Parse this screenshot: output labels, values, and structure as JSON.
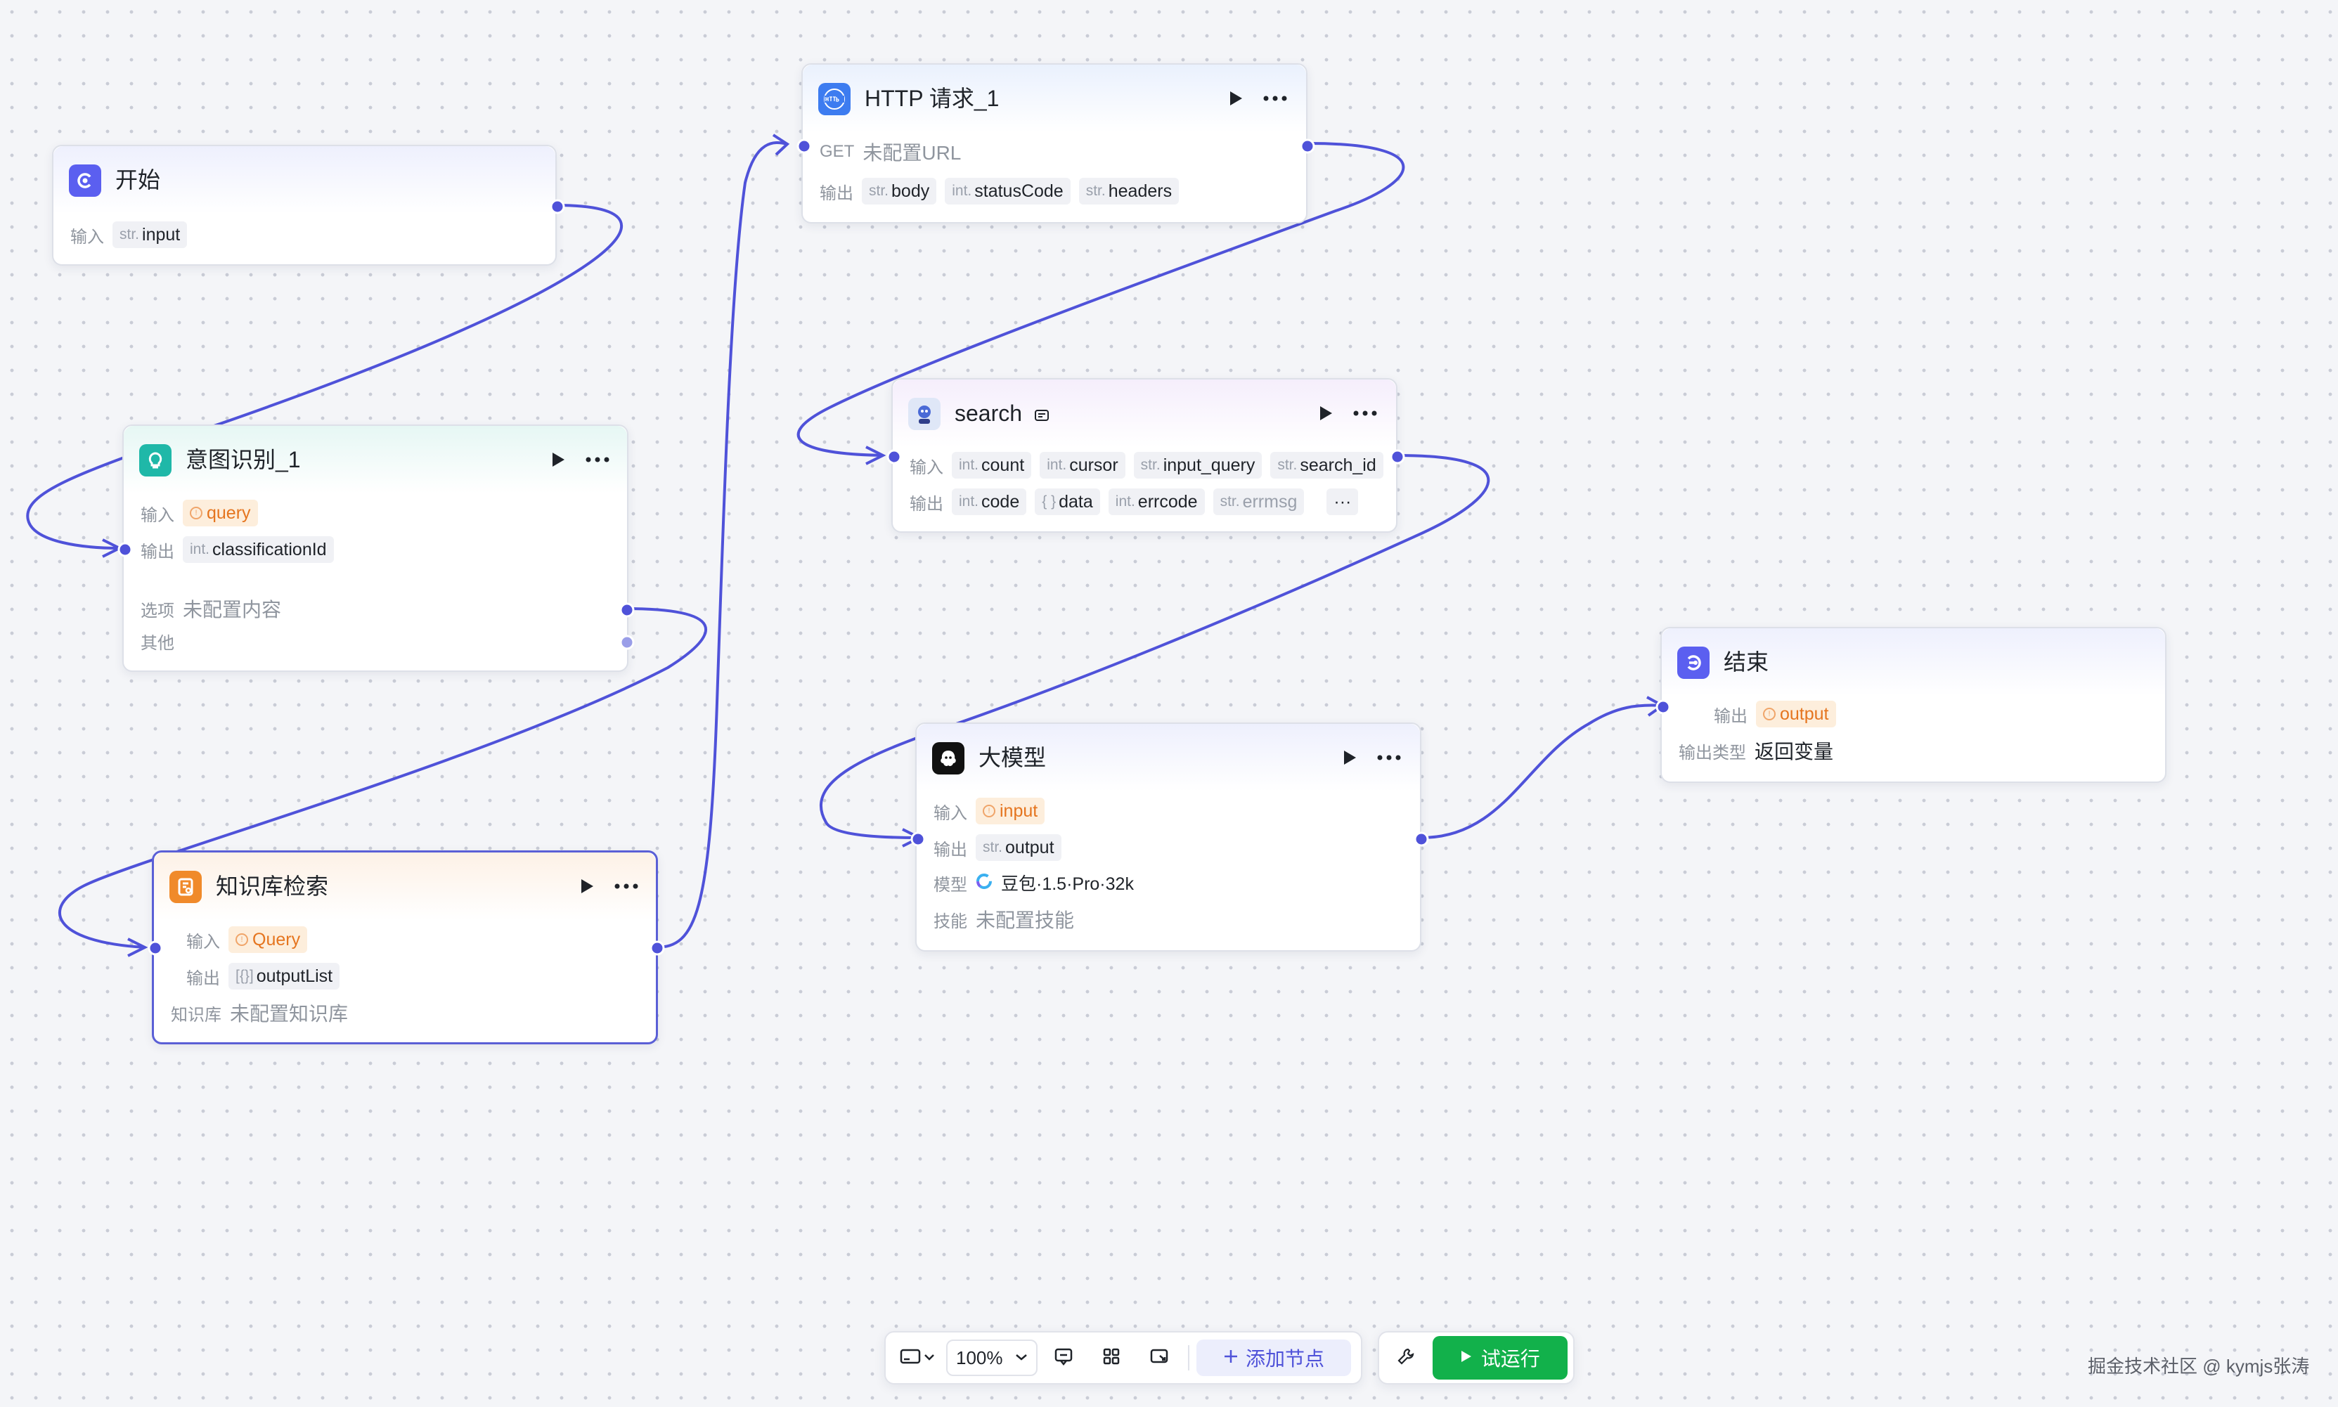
{
  "nodes": {
    "start": {
      "title": "开始",
      "input_label": "输入",
      "input_type": "str.",
      "input_name": "input"
    },
    "intent": {
      "title": "意图识别_1",
      "input_label": "输入",
      "input_name": "query",
      "output_label": "输出",
      "output_type": "int.",
      "output_name": "classificationId",
      "options_label": "选项",
      "options_value": "未配置内容",
      "other_label": "其他"
    },
    "http": {
      "title": "HTTP 请求_1",
      "method": "GET",
      "url": "未配置URL",
      "output_label": "输出",
      "outputs": [
        {
          "type": "str.",
          "name": "body"
        },
        {
          "type": "int.",
          "name": "statusCode"
        },
        {
          "type": "str.",
          "name": "headers"
        }
      ]
    },
    "search": {
      "title": "search",
      "input_label": "输入",
      "inputs": [
        {
          "type": "int.",
          "name": "count"
        },
        {
          "type": "int.",
          "name": "cursor"
        },
        {
          "type": "str.",
          "name": "input_query"
        },
        {
          "type": "str.",
          "name": "search_id"
        }
      ],
      "output_label": "输出",
      "outputs": [
        {
          "type": "int.",
          "name": "code"
        },
        {
          "type": "{ }",
          "name": "data"
        },
        {
          "type": "int.",
          "name": "errcode"
        },
        {
          "type": "str.",
          "name": "errmsg"
        }
      ],
      "more": "···"
    },
    "knowledge": {
      "title": "知识库检索",
      "input_label": "输入",
      "input_name": "Query",
      "output_label": "输出",
      "output_type": "[{}]",
      "output_name": "outputList",
      "kb_label": "知识库",
      "kb_value": "未配置知识库"
    },
    "llm": {
      "title": "大模型",
      "input_label": "输入",
      "input_name": "input",
      "output_label": "输出",
      "output_type": "str.",
      "output_name": "output",
      "model_label": "模型",
      "model_value": "豆包·1.5·Pro·32k",
      "skill_label": "技能",
      "skill_value": "未配置技能"
    },
    "end": {
      "title": "结束",
      "output_label": "输出",
      "output_name": "output",
      "output_type_label": "输出类型",
      "output_type_value": "返回变量"
    }
  },
  "toolbar": {
    "zoom": "100%",
    "add_node": "添加节点",
    "test_run": "试运行"
  },
  "watermark": "掘金技术社区 @ kymjs张涛",
  "colors": {
    "edge": "#4f52d9",
    "accent": "#5a5fd6",
    "run_button": "#12b14b",
    "start_icon": "#5b5ff0",
    "intent_icon": "#1fb8a8",
    "http_icon": "#3d7cf0",
    "knowledge_icon": "#f08a2a",
    "llm_icon": "#111111",
    "end_icon": "#5b5ff0"
  }
}
